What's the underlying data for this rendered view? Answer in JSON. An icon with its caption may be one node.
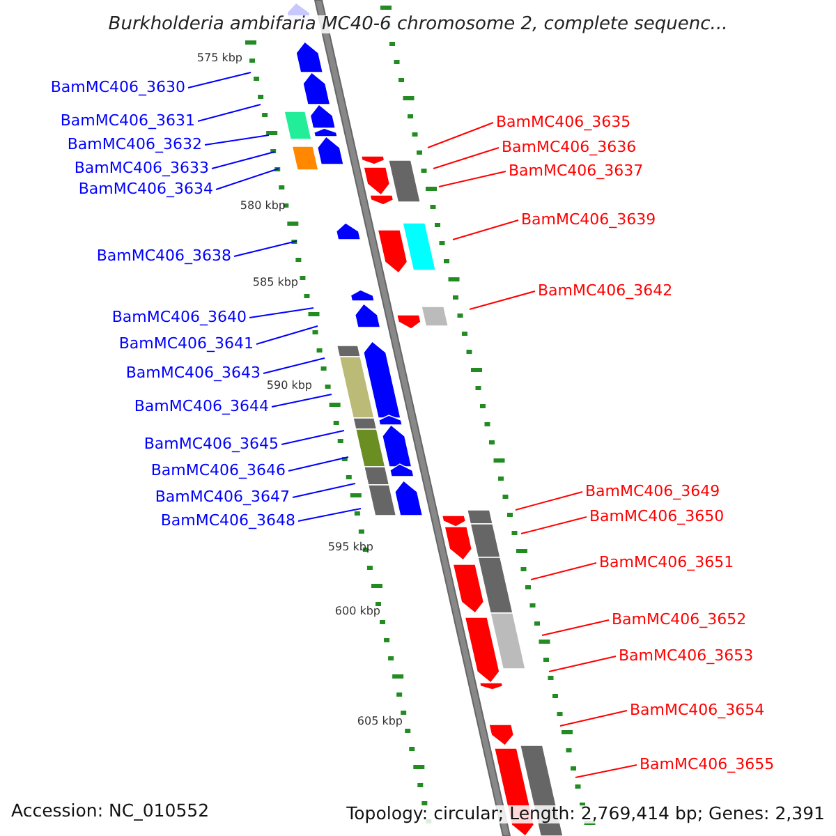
{
  "diagram": {
    "title": "Burkholderia ambifaria MC40-6 chromosome 2, complete sequenc...",
    "nodes": [
      {
        "text": [
          "BamMC406_3630"
        ]
      },
      {
        "text": [
          "BamMC406_3631"
        ]
      },
      {
        "text": [
          "BamMC406_3632"
        ]
      },
      {
        "text": [
          "BamMC406_3633"
        ]
      },
      {
        "text": [
          "BamMC406_3634"
        ]
      },
      {
        "text": [
          "BamMC406_3635"
        ]
      },
      {
        "text": [
          "BamMC406_3636"
        ]
      },
      {
        "text": [
          "BamMC406_3637"
        ]
      },
      {
        "text": [
          "BamMC406_3638"
        ]
      },
      {
        "text": [
          "BamMC406_3639"
        ]
      },
      {
        "text": [
          "BamMC406_3640"
        ]
      },
      {
        "text": [
          "BamMC406_3641"
        ]
      },
      {
        "text": [
          "BamMC406_3642"
        ]
      },
      {
        "text": [
          "BamMC406_3643"
        ]
      },
      {
        "text": [
          "BamMC406_3644"
        ]
      },
      {
        "text": [
          "BamMC406_3645"
        ]
      },
      {
        "text": [
          "BamMC406_3646"
        ]
      },
      {
        "text": [
          "BamMC406_3647"
        ]
      },
      {
        "text": [
          "BamMC406_3648"
        ]
      },
      {
        "text": [
          "BamMC406_3649"
        ]
      },
      {
        "text": [
          "BamMC406_3650"
        ]
      },
      {
        "text": [
          "BamMC406_3651"
        ]
      },
      {
        "text": [
          "BamMC406_3652"
        ]
      },
      {
        "text": [
          "BamMC406_3653"
        ]
      },
      {
        "text": [
          "BamMC406_3654"
        ]
      },
      {
        "text": [
          "BamMC406_3655"
        ]
      }
    ],
    "edges": [
      {
        "from": 0,
        "to": null,
        "arrow": "none"
      },
      {
        "from": 1,
        "to": null,
        "arrow": "none"
      },
      {
        "from": 2,
        "to": null,
        "arrow": "none"
      },
      {
        "from": 3,
        "to": null,
        "arrow": "none"
      },
      {
        "from": 4,
        "to": null,
        "arrow": "none"
      },
      {
        "from": 5,
        "to": null,
        "arrow": "none",
        "color": "#ff0000"
      },
      {
        "from": 6,
        "to": null,
        "arrow": "none",
        "color": "#ff0000"
      },
      {
        "from": 7,
        "to": null,
        "arrow": "none",
        "color": "#ff0000"
      },
      {
        "from": 8,
        "to": null,
        "arrow": "none"
      },
      {
        "from": 9,
        "to": null,
        "arrow": "none",
        "color": "#ff0000"
      },
      {
        "from": 10,
        "to": null,
        "arrow": "none"
      },
      {
        "from": 11,
        "to": null,
        "arrow": "none"
      },
      {
        "from": 12,
        "to": null,
        "arrow": "none",
        "color": "#ff0000"
      },
      {
        "from": 13,
        "to": null,
        "arrow": "none"
      },
      {
        "from": 14,
        "to": null,
        "arrow": "none"
      },
      {
        "from": 15,
        "to": null,
        "arrow": "none"
      },
      {
        "from": 16,
        "to": null,
        "arrow": "none"
      },
      {
        "from": 17,
        "to": null,
        "arrow": "none"
      },
      {
        "from": 18,
        "to": null,
        "arrow": "none"
      },
      {
        "from": 19,
        "to": null,
        "arrow": "none",
        "color": "#ff0000"
      },
      {
        "from": 20,
        "to": null,
        "arrow": "none",
        "color": "#ff0000"
      },
      {
        "from": 21,
        "to": null,
        "arrow": "none",
        "color": "#ff0000"
      },
      {
        "from": 22,
        "to": null,
        "arrow": "none",
        "color": "#ff0000"
      },
      {
        "from": 23,
        "to": null,
        "arrow": "none",
        "color": "#ff0000"
      },
      {
        "from": 24,
        "to": null,
        "arrow": "none",
        "color": "#ff0000"
      },
      {
        "from": 25,
        "to": null,
        "arrow": "none",
        "color": "#ff0000"
      }
    ],
    "labels": [
      "575 kbp",
      "580 kbp",
      "585 kbp",
      "590 kbp",
      "595 kbp",
      "600 kbp",
      "605 kbp",
      "Accession: NC_010552",
      "Topology: circular; Length: 2,769,414 bp; Genes: 2,391"
    ]
  }
}
